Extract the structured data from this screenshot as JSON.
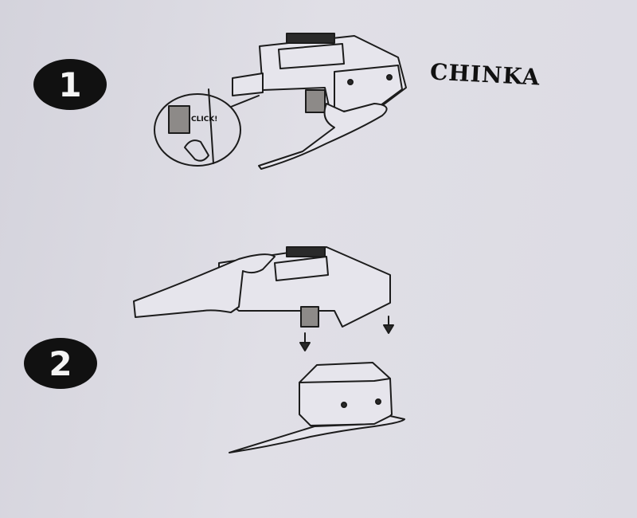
{
  "steps": [
    {
      "number": "1"
    },
    {
      "number": "2"
    }
  ],
  "brand_text": "CHINKA",
  "callout_text": "CLICK!",
  "colors": {
    "ink": "#111111",
    "paper": "#dcdbe3",
    "latch": "#8d8a88"
  },
  "icons": [
    "down-arrow-icon",
    "down-arrow-icon",
    "down-arrow-icon"
  ]
}
